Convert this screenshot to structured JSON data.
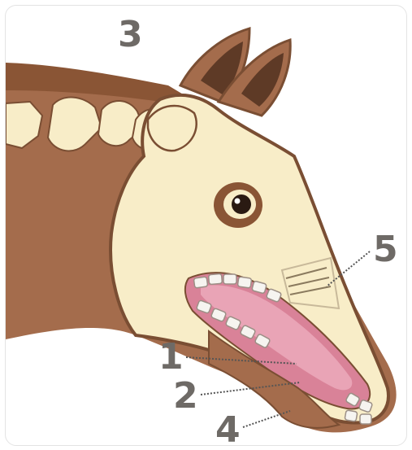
{
  "labels": {
    "l1": "1",
    "l2": "2",
    "l3": "3",
    "l4": "4",
    "l5": "5"
  },
  "colors": {
    "coat": "#A46C4C",
    "mane": "#8A5535",
    "bone": "#F8EDC8",
    "outline": "#7A4E33",
    "tongue": "#E9A4B6",
    "gum": "#D98298",
    "teeth": "#F6F4F0",
    "label": "#6E6A66"
  }
}
